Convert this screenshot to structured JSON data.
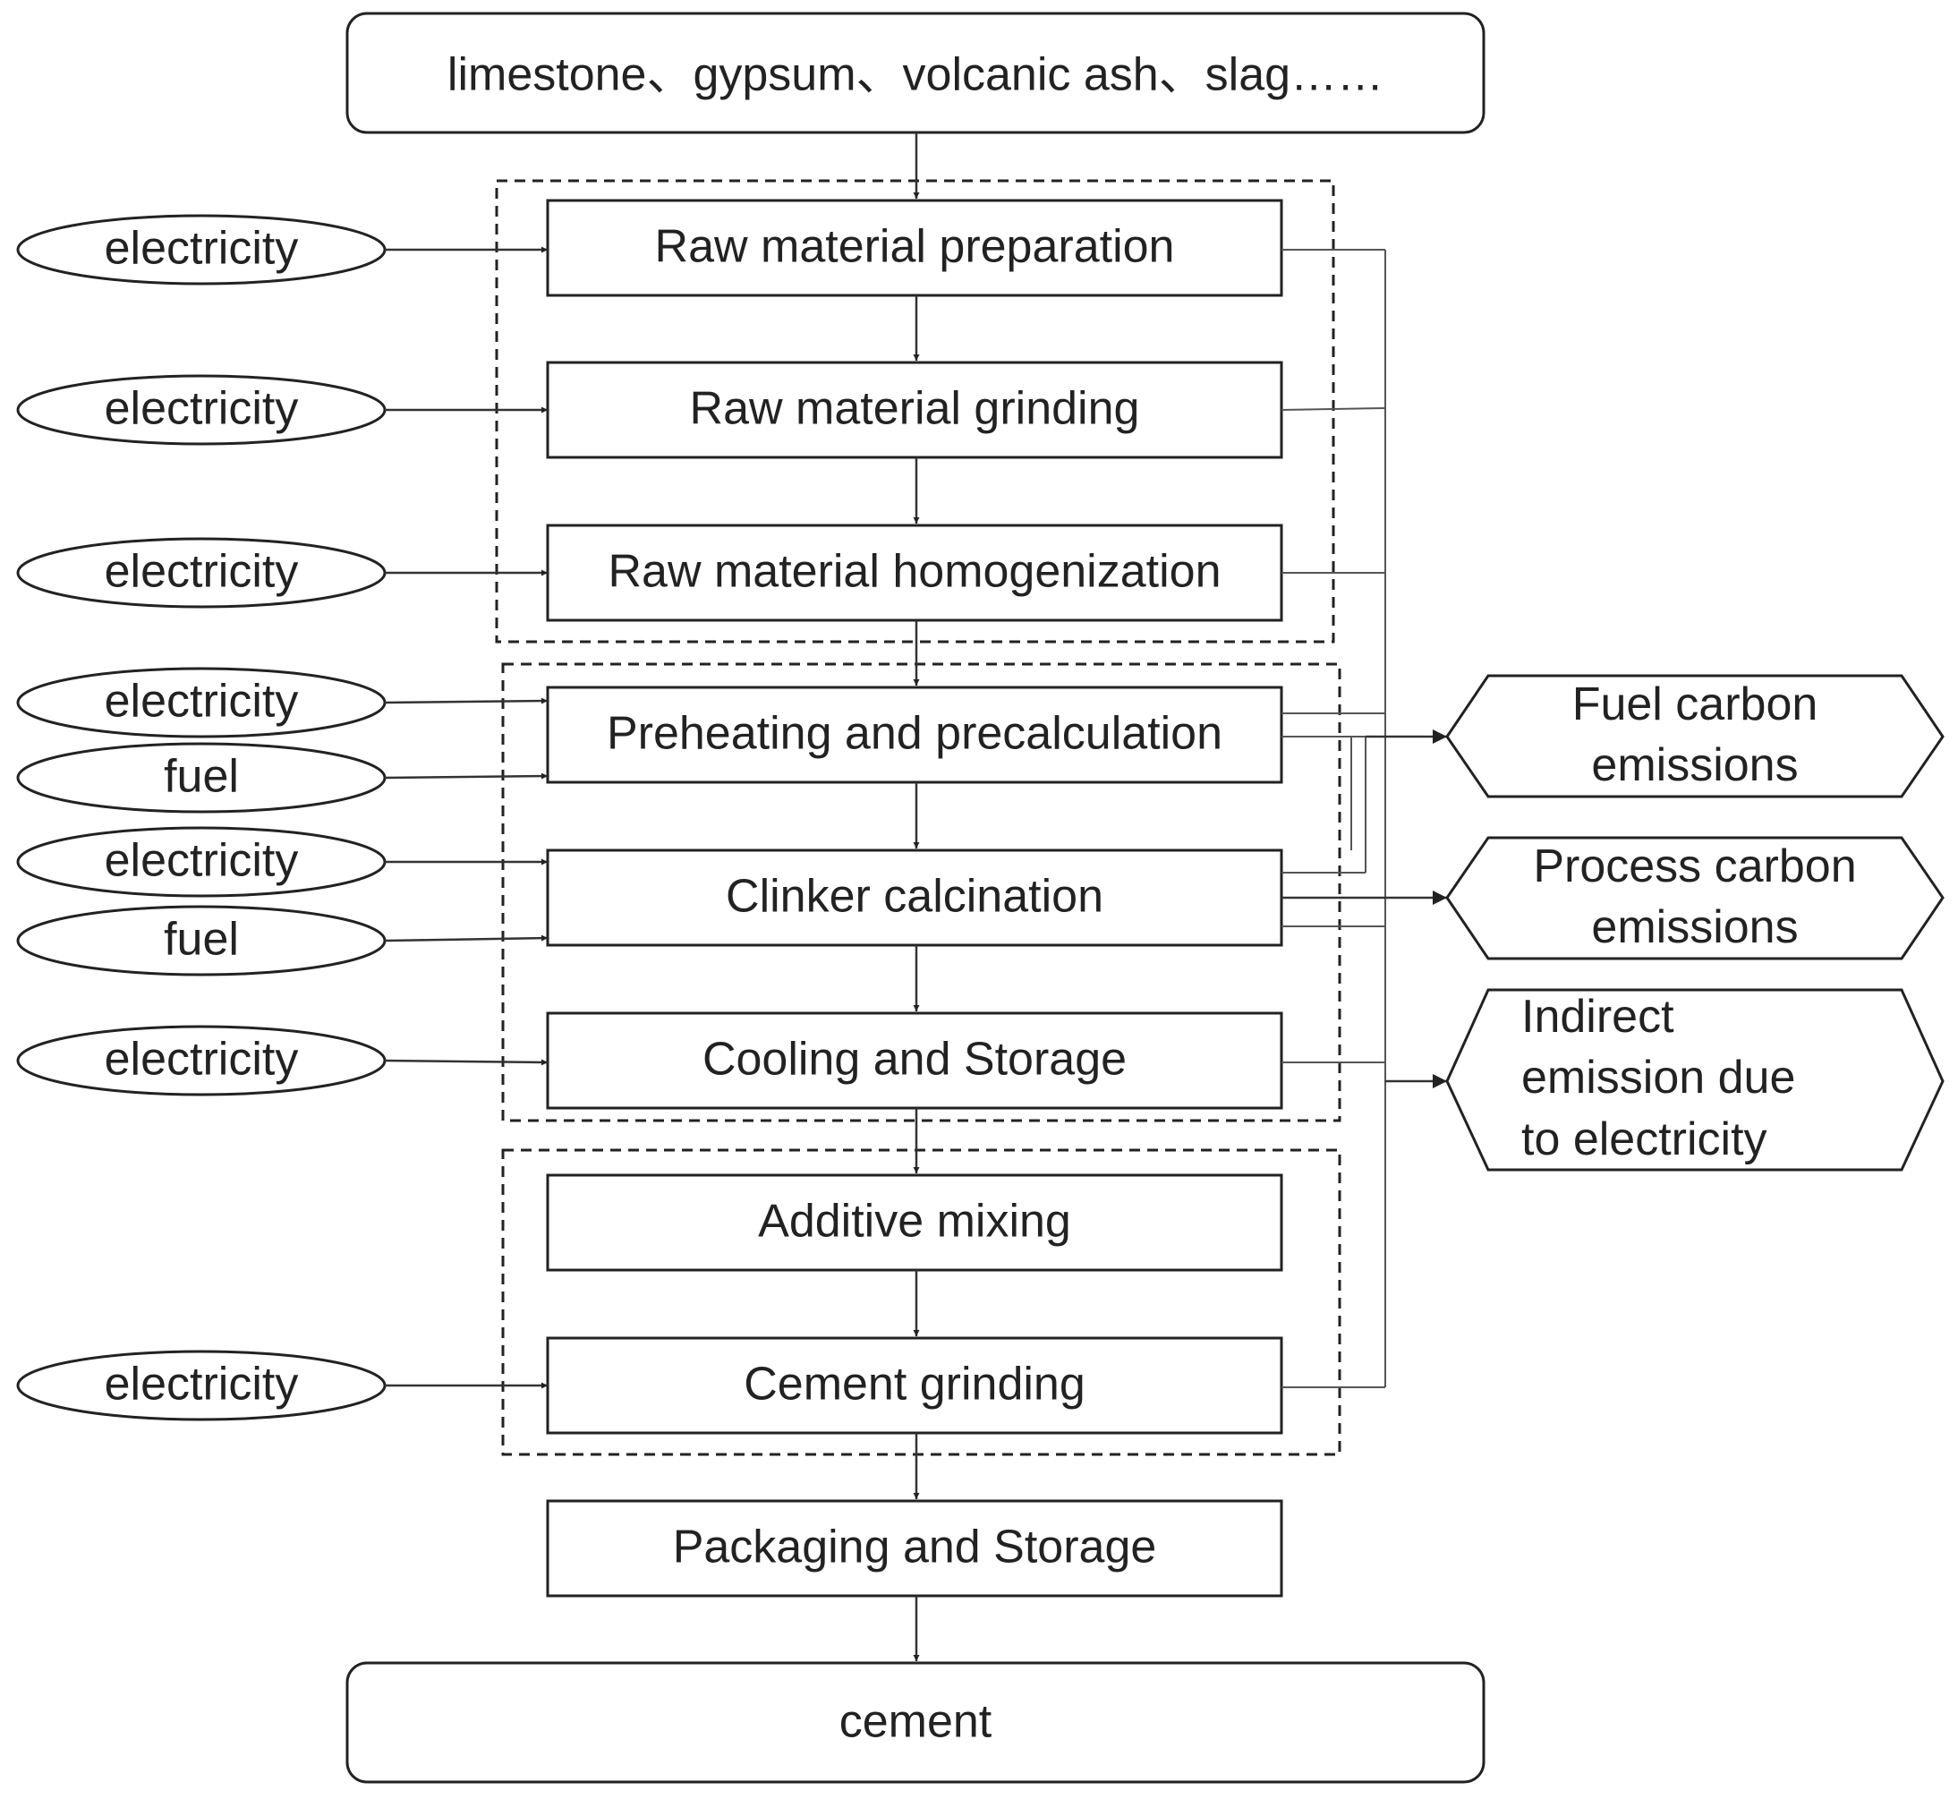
{
  "diagram": {
    "raw_materials": "limestone、gypsum、volcanic ash、slag……",
    "steps": {
      "raw_prep": "Raw material preparation",
      "raw_grinding": "Raw material grinding",
      "raw_homog": "Raw material homogenization",
      "preheating": "Preheating and precalculation",
      "clinker": "Clinker calcination",
      "cooling": "Cooling and Storage",
      "additive": "Additive mixing",
      "cement_grinding": "Cement grinding",
      "packaging": "Packaging and Storage"
    },
    "product": "cement",
    "inputs": {
      "electricity": "electricity",
      "fuel": "fuel"
    },
    "emissions": {
      "fuel": [
        "Fuel carbon",
        "emissions"
      ],
      "process": [
        "Process carbon",
        "emissions"
      ],
      "indirect": [
        "Indirect",
        "emission due",
        "to electricity"
      ]
    }
  }
}
